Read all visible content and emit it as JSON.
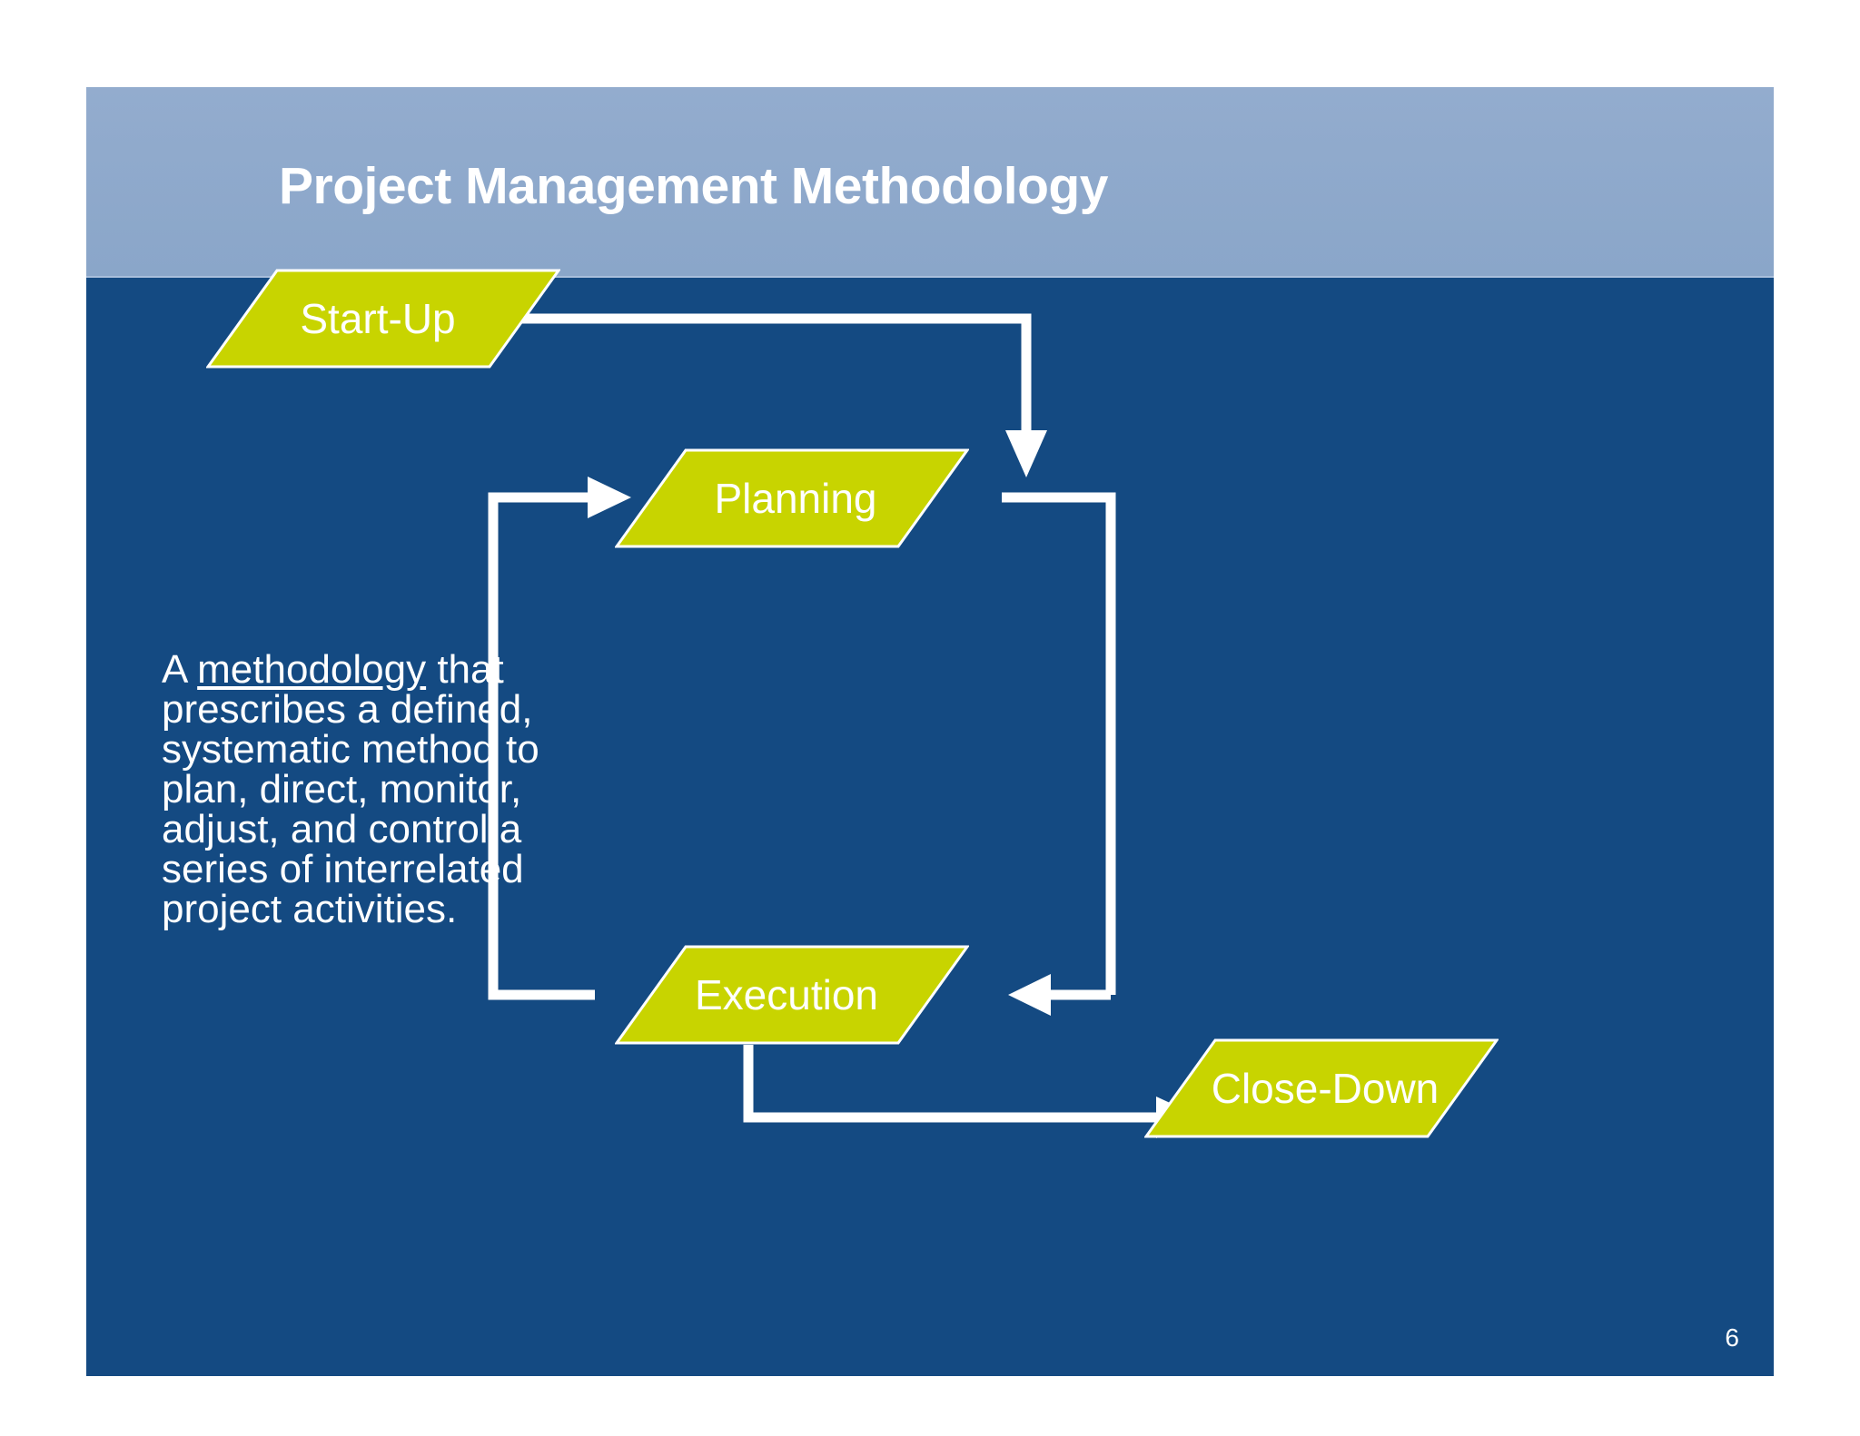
{
  "slide": {
    "title": "Project Management Methodology",
    "page_number": "6",
    "colors": {
      "title_band": "#8CA7C8",
      "body_background": "#144A82",
      "node_fill": "#C8D400",
      "node_text": "#FFFFFF",
      "connector": "#FFFFFF"
    }
  },
  "body_text": {
    "lead": "A ",
    "underlined_term": "methodology",
    "rest": " that prescribes a defined, systematic method to plan, direct, monitor, adjust, and control a series of interrelated project activities.",
    "full": "A methodology that prescribes a defined, systematic method to plan, direct, monitor, adjust, and control a series of interrelated project activities."
  },
  "diagram": {
    "type": "flowchart",
    "nodes": [
      {
        "id": "start-up",
        "label": "Start-Up"
      },
      {
        "id": "planning",
        "label": "Planning"
      },
      {
        "id": "execution",
        "label": "Execution"
      },
      {
        "id": "close-down",
        "label": "Close-Down"
      }
    ],
    "connectors": [
      {
        "from": "start-up",
        "to": "planning",
        "style": "elbow-right-down",
        "arrow": true
      },
      {
        "from": "planning",
        "to": "execution",
        "style": "elbow-right-down-left",
        "arrow": true
      },
      {
        "from": "execution",
        "to": "planning",
        "style": "elbow-left-up-right",
        "arrow": true
      },
      {
        "from": "execution",
        "to": "close-down",
        "style": "elbow-down-right",
        "arrow": true
      }
    ]
  }
}
